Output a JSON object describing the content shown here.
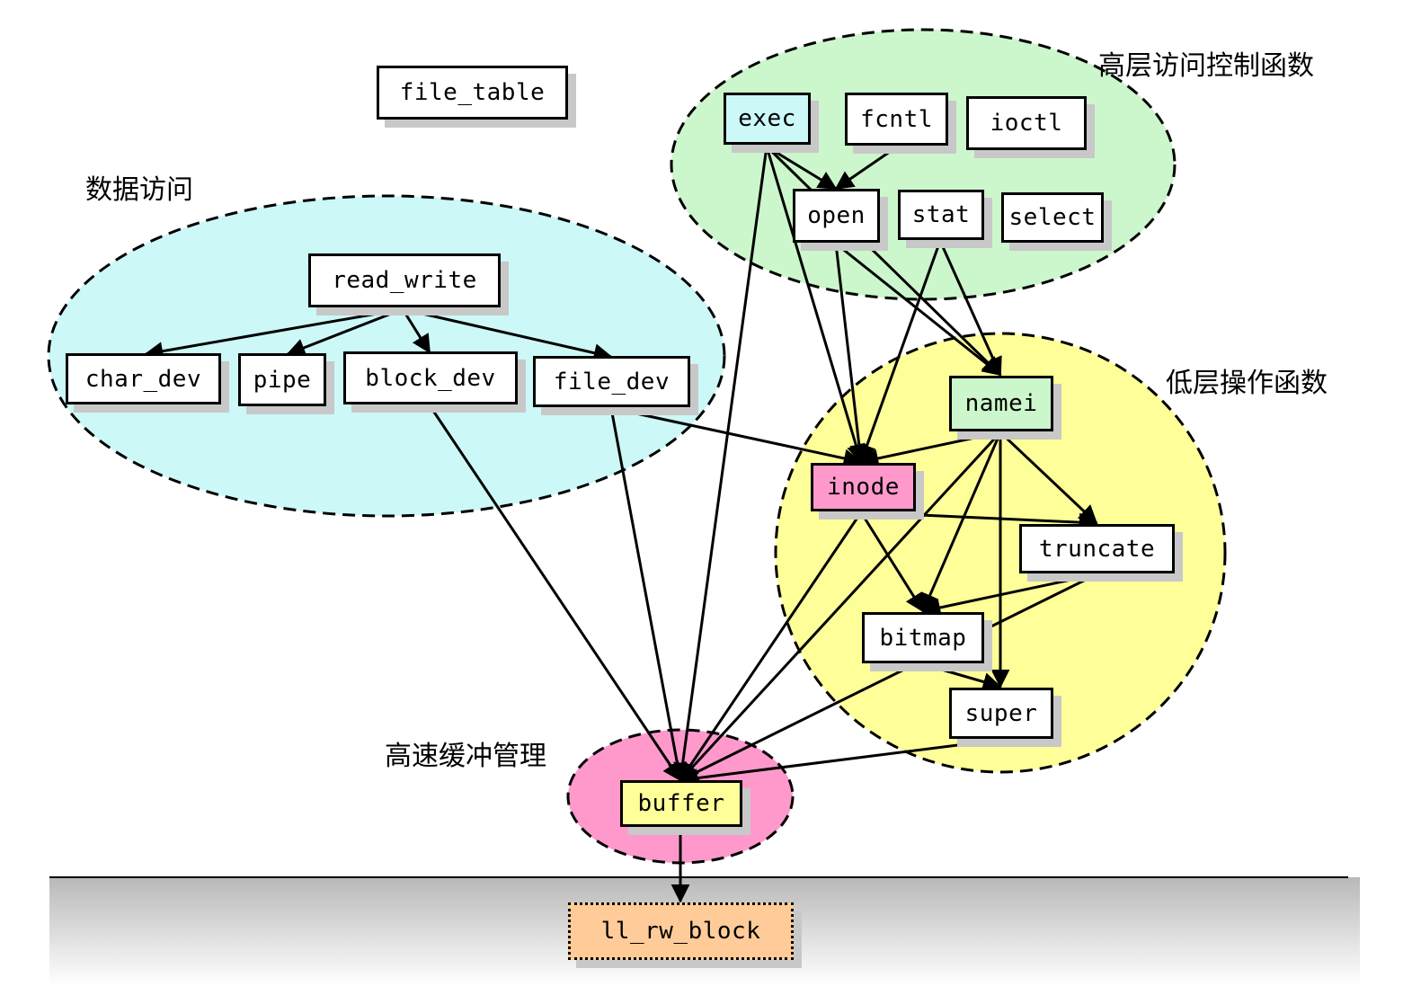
{
  "colors": {
    "data_access_fill": "#ccf8f8",
    "high_level_fill": "#ccf7cc",
    "low_level_fill": "#ffff99",
    "buffer_group_fill": "#ff99cc",
    "exec_fill": "#ccf8f8",
    "namei_fill": "#ccf7cc",
    "inode_fill": "#ff99cc",
    "buffer_fill": "#ffff99",
    "ll_rw_block_fill": "#ffcc99",
    "floor_gradient_top": "#b8b8b8",
    "floor_gradient_bottom": "#ffffff"
  },
  "groups": {
    "data_access": "数据访问",
    "high_level": "高层访问控制函数",
    "low_level": "低层操作函数",
    "buffer_mgmt": "高速缓冲管理"
  },
  "nodes": {
    "file_table": "file_table",
    "read_write": "read_write",
    "char_dev": "char_dev",
    "pipe": "pipe",
    "block_dev": "block_dev",
    "file_dev": "file_dev",
    "exec": "exec",
    "fcntl": "fcntl",
    "ioctl": "ioctl",
    "open": "open",
    "stat": "stat",
    "select": "select",
    "namei": "namei",
    "inode": "inode",
    "truncate": "truncate",
    "bitmap": "bitmap",
    "super": "super",
    "buffer": "buffer",
    "ll_rw_block": "ll_rw_block"
  },
  "edges": [
    {
      "from": "read_write",
      "to": "char_dev"
    },
    {
      "from": "read_write",
      "to": "pipe"
    },
    {
      "from": "read_write",
      "to": "block_dev"
    },
    {
      "from": "read_write",
      "to": "file_dev"
    },
    {
      "from": "exec",
      "to": "open"
    },
    {
      "from": "fcntl",
      "to": "open"
    },
    {
      "from": "exec",
      "to": "inode"
    },
    {
      "from": "exec",
      "to": "namei"
    },
    {
      "from": "exec",
      "to": "buffer"
    },
    {
      "from": "open",
      "to": "inode"
    },
    {
      "from": "open",
      "to": "namei"
    },
    {
      "from": "stat",
      "to": "inode"
    },
    {
      "from": "stat",
      "to": "namei"
    },
    {
      "from": "namei",
      "to": "inode"
    },
    {
      "from": "namei",
      "to": "truncate"
    },
    {
      "from": "namei",
      "to": "bitmap"
    },
    {
      "from": "namei",
      "to": "super"
    },
    {
      "from": "namei",
      "to": "buffer"
    },
    {
      "from": "inode",
      "to": "truncate"
    },
    {
      "from": "inode",
      "to": "bitmap"
    },
    {
      "from": "inode",
      "to": "buffer"
    },
    {
      "from": "truncate",
      "to": "bitmap"
    },
    {
      "from": "truncate",
      "to": "buffer"
    },
    {
      "from": "bitmap",
      "to": "super"
    },
    {
      "from": "super",
      "to": "buffer"
    },
    {
      "from": "file_dev",
      "to": "inode"
    },
    {
      "from": "file_dev",
      "to": "buffer"
    },
    {
      "from": "block_dev",
      "to": "buffer"
    },
    {
      "from": "buffer",
      "to": "ll_rw_block"
    }
  ]
}
